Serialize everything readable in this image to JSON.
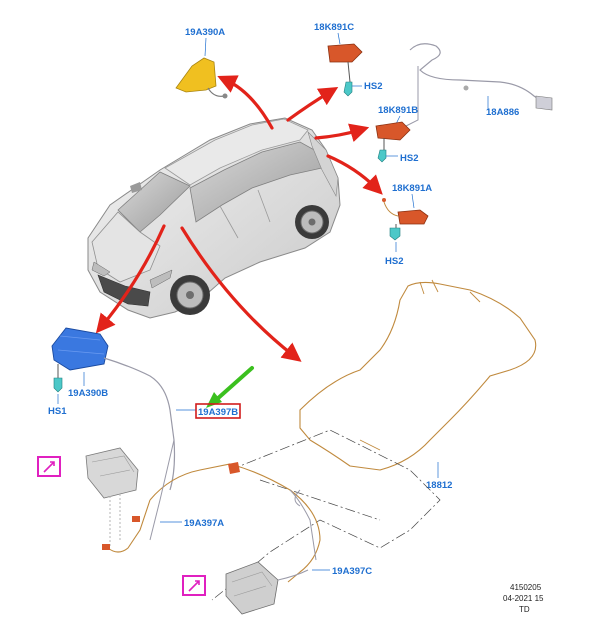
{
  "labels": {
    "antenna_roof": "19A390A",
    "hs2_a": "HS2",
    "hs2_b": "HS2",
    "hs2_c": "HS2",
    "hs1": "HS1",
    "conn_18k891c": "18K891C",
    "conn_18k891b": "18K891B",
    "conn_18k891a": "18K891A",
    "cable_18a886": "18A886",
    "module_19a390b": "19A390B",
    "cable_19a397b": "19A397B",
    "cable_19a397a": "19A397A",
    "cable_19a397c": "19A397C",
    "harness_18812": "18812"
  },
  "footer": {
    "ref": "4150205",
    "date_code": "04-2021 15",
    "initials": "TD"
  },
  "colors": {
    "label_blue": "#1f6fd0",
    "arrow_red": "#e2231a",
    "arrow_green": "#3bc01f",
    "highlight_red": "#d11c1c",
    "note_magenta": "#e020c0",
    "harness_tan": "#c08a3e",
    "connector_orange": "#d8572a",
    "antenna_yellow": "#f0c020",
    "module_blue": "#3a78e0",
    "fastener_cyan": "#4cc8c8"
  },
  "icons": [
    "note-icon",
    "note-icon"
  ]
}
